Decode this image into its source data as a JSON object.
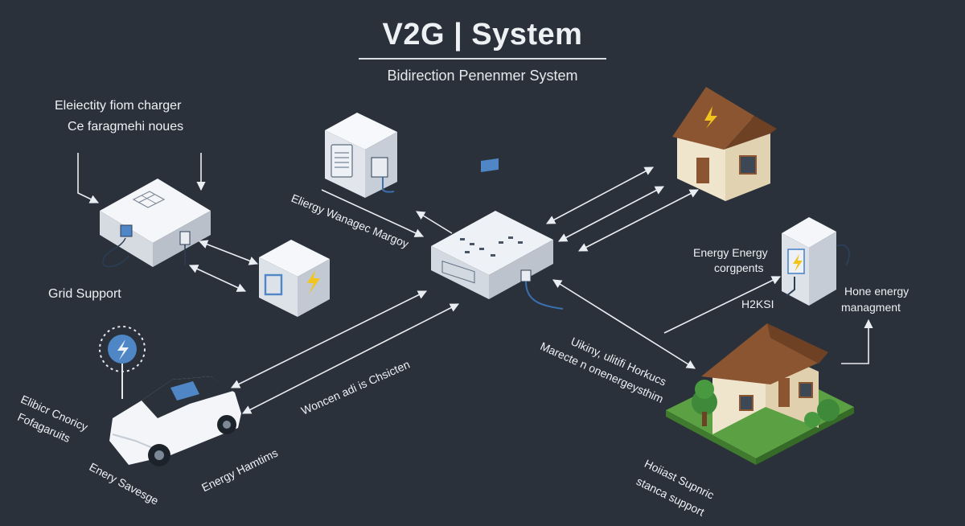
{
  "title": "V2G | System",
  "subtitle": "Bidirection Penenmer System",
  "labels": {
    "charger_top_1": "Eleiectity fiom charger",
    "charger_top_2": "Ce faragmehi noues",
    "grid_support": "Grid Support",
    "energy_manager": "Eliergy Wanagec Margoy",
    "energy_energy_1": "Energy Energy",
    "energy_energy_2": "corgpents",
    "h2ksi": "H2KSI",
    "home_energy_1": "Hone energy",
    "home_energy_2": "managment",
    "utility_1": "Uikiny, ulitifi Horkucs",
    "utility_2": "Marecte n onenergeysthim",
    "center_label": "Woncen adi is Chsicten",
    "elec_orroricy_1": "Elibicr Cnoricy",
    "elec_orroricy_2": "Fofagaruits",
    "energy_savesge": "Enery Savesge",
    "energy_hamtims": "Energy Hamtims",
    "hoiras_supnric_1": "Hoiiast Supnric",
    "hoiras_supnric_2": "stanca support"
  },
  "colors": {
    "background": "#2a313b",
    "arrow": "#eaeef2",
    "device": "#e4e8ee",
    "screen_blue": "#4f86c6",
    "bolt": "#f2c51e",
    "roof": "#8a5530",
    "wall": "#efe4cc",
    "grass": "#5ba042",
    "tree": "#3f8a3a",
    "cable": "#3a6fb0"
  }
}
